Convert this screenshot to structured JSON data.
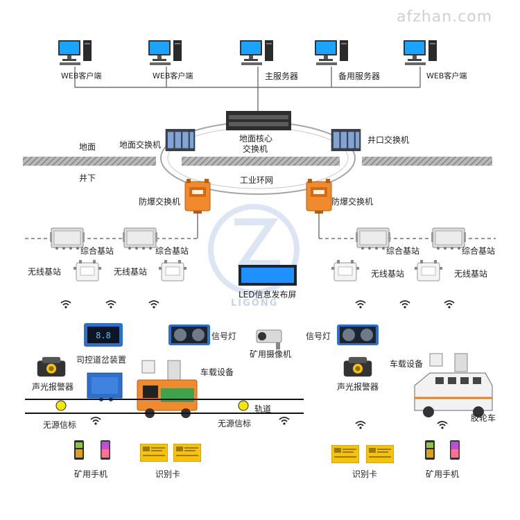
{
  "watermark": "afzhan.com",
  "logo_text": "LIGONG",
  "labels": {
    "web1": "WEB客户端",
    "web2": "WEB客户端",
    "main_server": "主服务器",
    "backup_server": "备用服务器",
    "web3": "WEB客户端",
    "ground_switch": "地面交换机",
    "core_switch_line1": "地面核心",
    "core_switch_line2": "交换机",
    "well_switch": "井口交换机",
    "ground": "地面",
    "underground": "井下",
    "ring_net": "工业环网",
    "ex_switch_left": "防爆交换机",
    "ex_switch_right": "防爆交换机",
    "station_l1": "综合基站",
    "station_l2": "综合基站",
    "station_r1": "综合基站",
    "station_r2": "综合基站",
    "wireless_l1": "无线基站",
    "wireless_l2": "无线基站",
    "wireless_r1": "无线基站",
    "wireless_r2": "无线基站",
    "led_screen": "LED信息发布屏",
    "signal_left": "信号灯",
    "signal_right": "信号灯",
    "switch_device": "司控道岔装置",
    "camera": "矿用摄像机",
    "alarm_left": "声光报警器",
    "alarm_right": "声光报警器",
    "vehicle_equipment_left": "车载设备",
    "vehicle_equipment_right": "车载设备",
    "track": "轨道",
    "passive_tag_left": "无源信标",
    "passive_tag_right": "无源信标",
    "tire_car": "胶轮车",
    "phone_left": "矿用手机",
    "phone_right": "矿用手机",
    "card_left": "识别卡",
    "card_right": "识别卡"
  },
  "colors": {
    "line": "#555555",
    "ring": "#9a9a9a",
    "hatch": "#8a8a8a",
    "orange": "#f08a2c",
    "blue": "#2f6fcc",
    "screen": "#1e90ff",
    "yellow": "#f6c20a",
    "steel": "#d8d8d8"
  }
}
